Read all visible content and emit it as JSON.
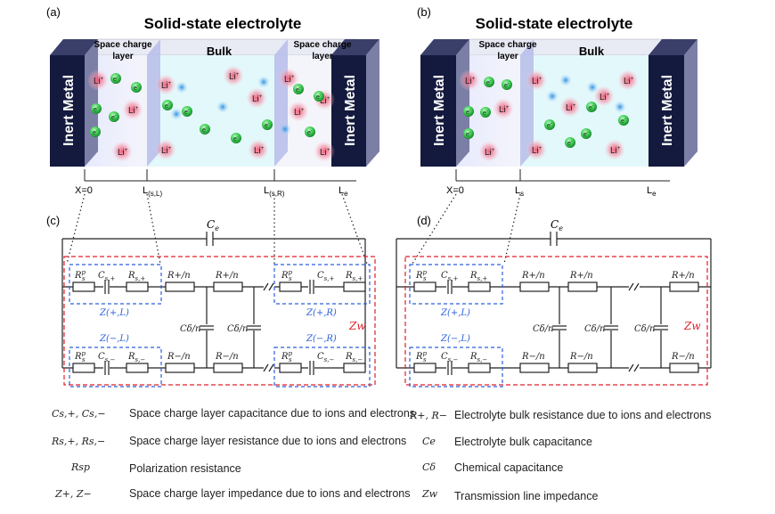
{
  "panels": {
    "a": {
      "tag": "(a)",
      "title": "Solid-state electrolyte",
      "left_metal": "Inert Metal",
      "right_metal": "Inert Metal",
      "scl_left": [
        "Space charge",
        "layer"
      ],
      "scl_right": [
        "Space charge",
        "layer"
      ],
      "bulk": "Bulk",
      "axis": {
        "x0": "X=0",
        "L1": "L",
        "L1_sub": "(s,L)",
        "L2": "L",
        "L2_sub": "(s,R)",
        "L3": "L",
        "L3_sub": "e"
      }
    },
    "b": {
      "tag": "(b)",
      "title": "Solid-state electrolyte",
      "left_metal": "Inert Metal",
      "right_metal": "Inert Metal",
      "scl_left": [
        "Space charge",
        "layer"
      ],
      "bulk": "Bulk",
      "axis": {
        "x0": "X=0",
        "L1": "L",
        "L1_sub": "s",
        "L3": "L",
        "L3_sub": "e"
      }
    },
    "c": {
      "tag": "(c)",
      "Ce": "C",
      "Ce_sub": "e",
      "Rsp": "R",
      "Rsp_sub": "s",
      "Rsp_sup": "p",
      "Csp": "C",
      "Csp_sub": "s,+",
      "Rsplus": "R",
      "Rsplus_sub": "s,+",
      "Rplus_n": "R+/n",
      "Rminus_n": "R−/n",
      "Cs_minus": "C",
      "Cs_minus_sub": "s,−",
      "Rs_minus": "R",
      "Rs_minus_sub": "s,−",
      "Cdelta_n": "Cδ/n",
      "Zplus_L": "Z(+,L)",
      "Zminus_L": "Z(−,L)",
      "Zplus_R": "Z(+,R)",
      "Zminus_R": "Z(−,R)",
      "Zw": "Zw"
    },
    "d": {
      "tag": "(d)",
      "Zplus_L": "Z(+,L)",
      "Zminus_L": "Z(−,L)",
      "Zw": "Zw"
    }
  },
  "particles": {
    "li": "Li",
    "li_sup": "+",
    "e": "e",
    "e_sup": "-"
  },
  "legend": {
    "left": [
      {
        "symbol": "Cs,+, Cs,−",
        "text": "Space charge layer capacitance due to ions and electrons"
      },
      {
        "symbol": "Rs,+, Rs,−",
        "text": "Space charge layer resistance due to ions and electrons"
      },
      {
        "symbol": "Rsp",
        "text": "Polarization resistance"
      },
      {
        "symbol": "Z+, Z−",
        "text": "Space charge layer impedance due to ions and electrons"
      }
    ],
    "right": [
      {
        "symbol": "R+, R−",
        "text": "Electrolyte bulk resistance due to ions and electrons"
      },
      {
        "symbol": "Ce",
        "text": "Electrolyte bulk capacitance"
      },
      {
        "symbol": "Cδ",
        "text": "Chemical capacitance"
      },
      {
        "symbol": "Zw",
        "text": "Transmission line impedance"
      }
    ]
  },
  "colors": {
    "metal_front": "#141a3e",
    "metal_side": "#7b7fa6",
    "space_charge": "#eef0ff",
    "bulk": "#e4fafc",
    "li_glow": "#f25a7a",
    "e_ball": "#3ecf54",
    "ion_blue": "#4aa6e8",
    "blue_dash": "#2b5fd9",
    "red_dash": "#e0202a"
  }
}
